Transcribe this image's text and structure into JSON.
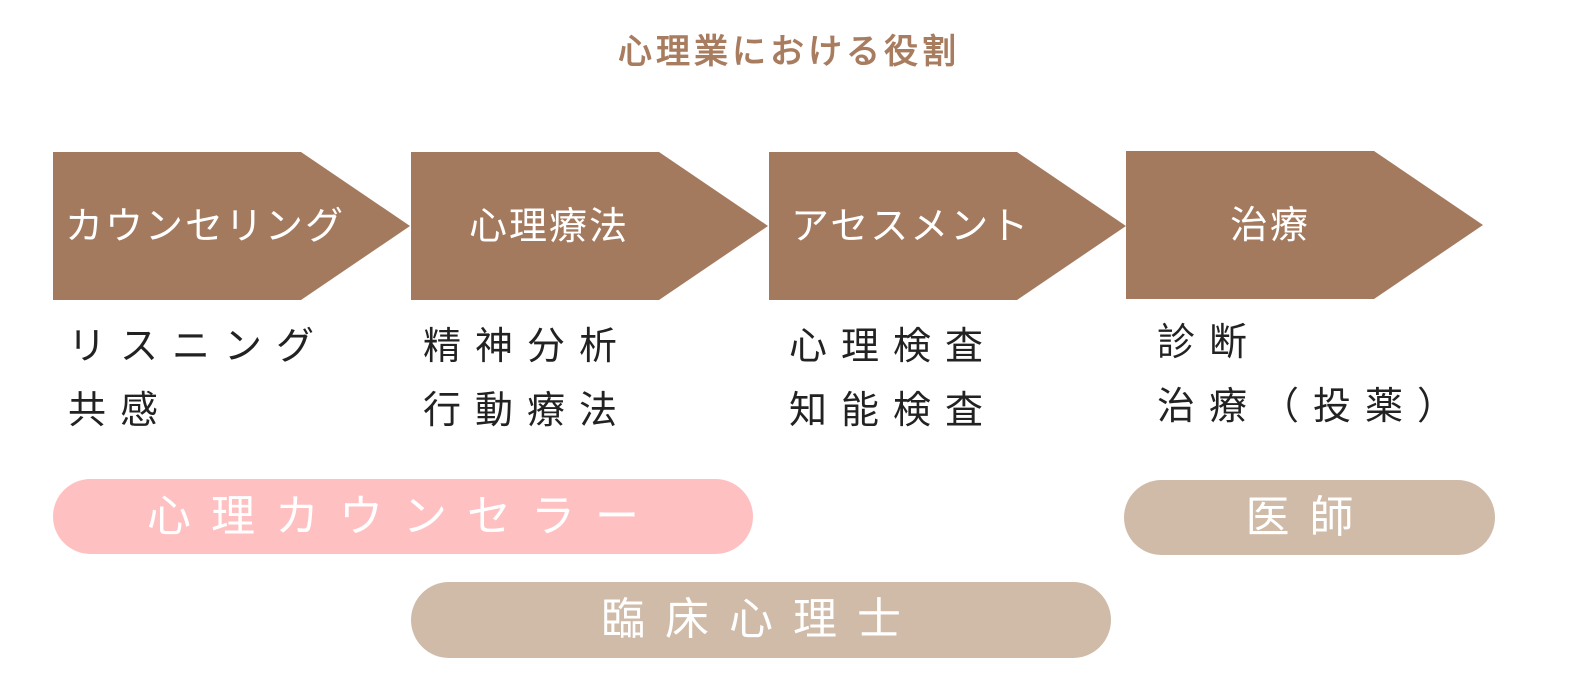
{
  "title": "心理業における役割",
  "colors": {
    "title": "#a87c5f",
    "arrow_fill": "#a47a5f",
    "pill_counselor": "#ffc0c1",
    "pill_tan": "#d0bba9",
    "item_text": "#222222"
  },
  "stages": [
    {
      "label": "カウンセリング",
      "items": [
        "リスニング",
        "共感"
      ]
    },
    {
      "label": "心理療法",
      "items": [
        "精神分析",
        "行動療法"
      ]
    },
    {
      "label": "アセスメント",
      "items": [
        "心理検査",
        "知能検査"
      ]
    },
    {
      "label": "治療",
      "items": [
        "診断",
        "治療（投薬）"
      ]
    }
  ],
  "roles": {
    "counselor": "心理カウンセラー",
    "doctor": "医師",
    "clinical_psychologist": "臨床心理士"
  }
}
